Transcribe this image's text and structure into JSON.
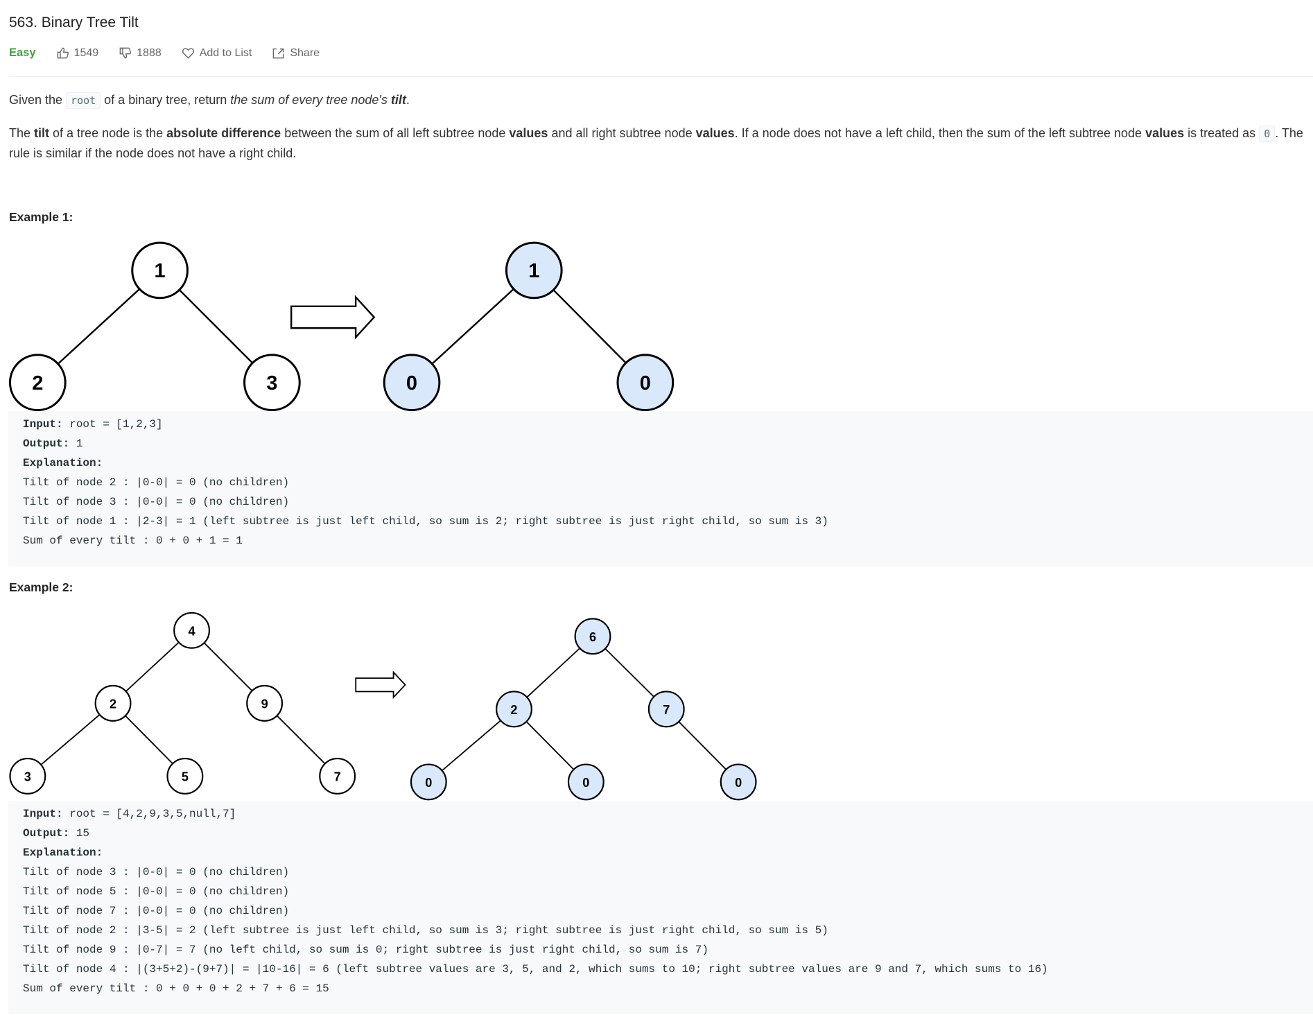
{
  "title": "563. Binary Tree Tilt",
  "meta": {
    "difficulty": "Easy",
    "likes": "1549",
    "dislikes": "1888",
    "add_to_list": "Add to List",
    "share": "Share",
    "accent": "#43a047"
  },
  "desc": {
    "p1_a": "Given the ",
    "p1_code": "root",
    "p1_b": " of a binary tree, return ",
    "p1_em": "the sum of every tree node's ",
    "p1_strong": "tilt",
    "p1_end": ".",
    "p2_a": "The ",
    "p2_b1": "tilt",
    "p2_c": " of a tree node is the ",
    "p2_b2": "absolute difference",
    "p2_d": " between the sum of all left subtree node ",
    "p2_b3": "values",
    "p2_e": " and all right subtree node ",
    "p2_b4": "values",
    "p2_f": ". If a node does not have a left child, then the sum of the left subtree node ",
    "p2_b5": "values",
    "p2_g": " is treated as",
    "p3_code": "0",
    "p3_rest": ". The rule is similar if the node does not have a right child."
  },
  "example1": {
    "heading": "Example 1:",
    "tree_before": [
      "1",
      "2",
      "3"
    ],
    "tree_after": [
      "1",
      "0",
      "0"
    ],
    "input_label": "Input:",
    "input": " root = [1,2,3]",
    "output_label": "Output:",
    "output": " 1",
    "explanation_label": "Explanation:",
    "lines": [
      "Tilt of node 2 : |0-0| = 0 (no children)",
      "Tilt of node 3 : |0-0| = 0 (no children)",
      "Tilt of node 1 : |2-3| = 1 (left subtree is just left child, so sum is 2; right subtree is just right child, so sum is 3)",
      "Sum of every tilt : 0 + 0 + 1 = 1"
    ]
  },
  "example2": {
    "heading": "Example 2:",
    "tree_before": [
      "4",
      "2",
      "9",
      "3",
      "5",
      "7"
    ],
    "tree_after": [
      "6",
      "2",
      "7",
      "0",
      "0",
      "0"
    ],
    "input_label": "Input:",
    "input": " root = [4,2,9,3,5,null,7]",
    "output_label": "Output:",
    "output": " 15",
    "explanation_label": "Explanation:",
    "lines": [
      "Tilt of node 3 : |0-0| = 0 (no children)",
      "Tilt of node 5 : |0-0| = 0 (no children)",
      "Tilt of node 7 : |0-0| = 0 (no children)",
      "Tilt of node 2 : |3-5| = 2 (left subtree is just left child, so sum is 3; right subtree is just right child, so sum is 5)",
      "Tilt of node 9 : |0-7| = 7 (no left child, so sum is 0; right subtree is just right child, so sum is 7)",
      "Tilt of node 4 : |(3+5+2)-(9+7)| = |10-16| = 6 (left subtree values are 3, 5, and 2, which sums to 10; right subtree values are 9 and 7, which sums to 16)",
      "Sum of every tilt : 0 + 0 + 0 + 2 + 7 + 6 = 15"
    ]
  }
}
